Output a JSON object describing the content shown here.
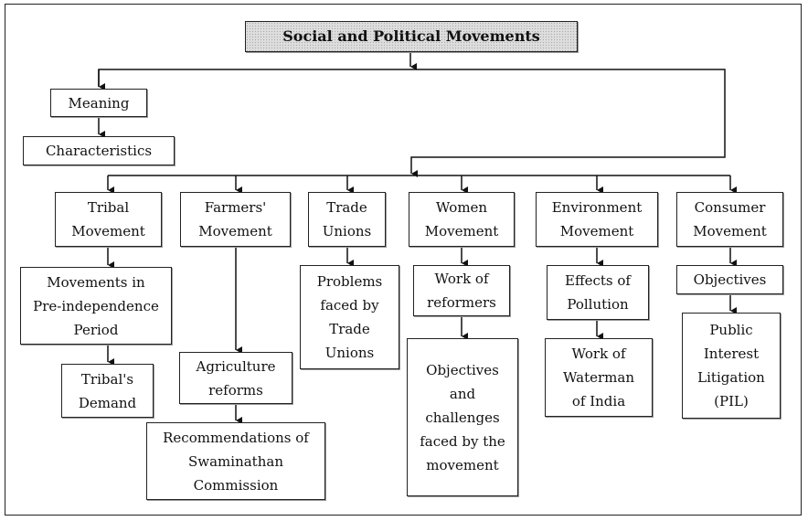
{
  "title": "Social and Political Movements",
  "meaning": "Meaning",
  "characteristics": "Characteristics",
  "movements": [
    {
      "label": [
        "Tribal",
        "Movement"
      ],
      "children": [
        [
          "Movements in",
          "Pre-independence",
          "Period"
        ],
        [
          "Tribal's",
          "Demand"
        ]
      ]
    },
    {
      "label": [
        "Farmers'",
        "Movement"
      ],
      "children": [
        [
          "Agriculture",
          "reforms"
        ],
        [
          "Recommendations of",
          "Swaminathan",
          "Commission"
        ]
      ]
    },
    {
      "label": [
        "Trade",
        "Unions"
      ],
      "children": [
        [
          "Problems",
          "faced by",
          "Trade",
          "Unions"
        ]
      ]
    },
    {
      "label": [
        "Women",
        "Movement"
      ],
      "children": [
        [
          "Work of",
          "reformers"
        ],
        [
          "Objectives",
          "and",
          "challenges",
          "faced by the",
          "movement"
        ]
      ]
    },
    {
      "label": [
        "Environment",
        "Movement"
      ],
      "children": [
        [
          "Effects of",
          "Pollution"
        ],
        [
          "Work of",
          "Waterman",
          "of India"
        ]
      ]
    },
    {
      "label": [
        "Consumer",
        "Movement"
      ],
      "children": [
        [
          "Objectives"
        ],
        [
          "Public",
          "Interest",
          "Litigation",
          "(PIL)"
        ]
      ]
    }
  ]
}
